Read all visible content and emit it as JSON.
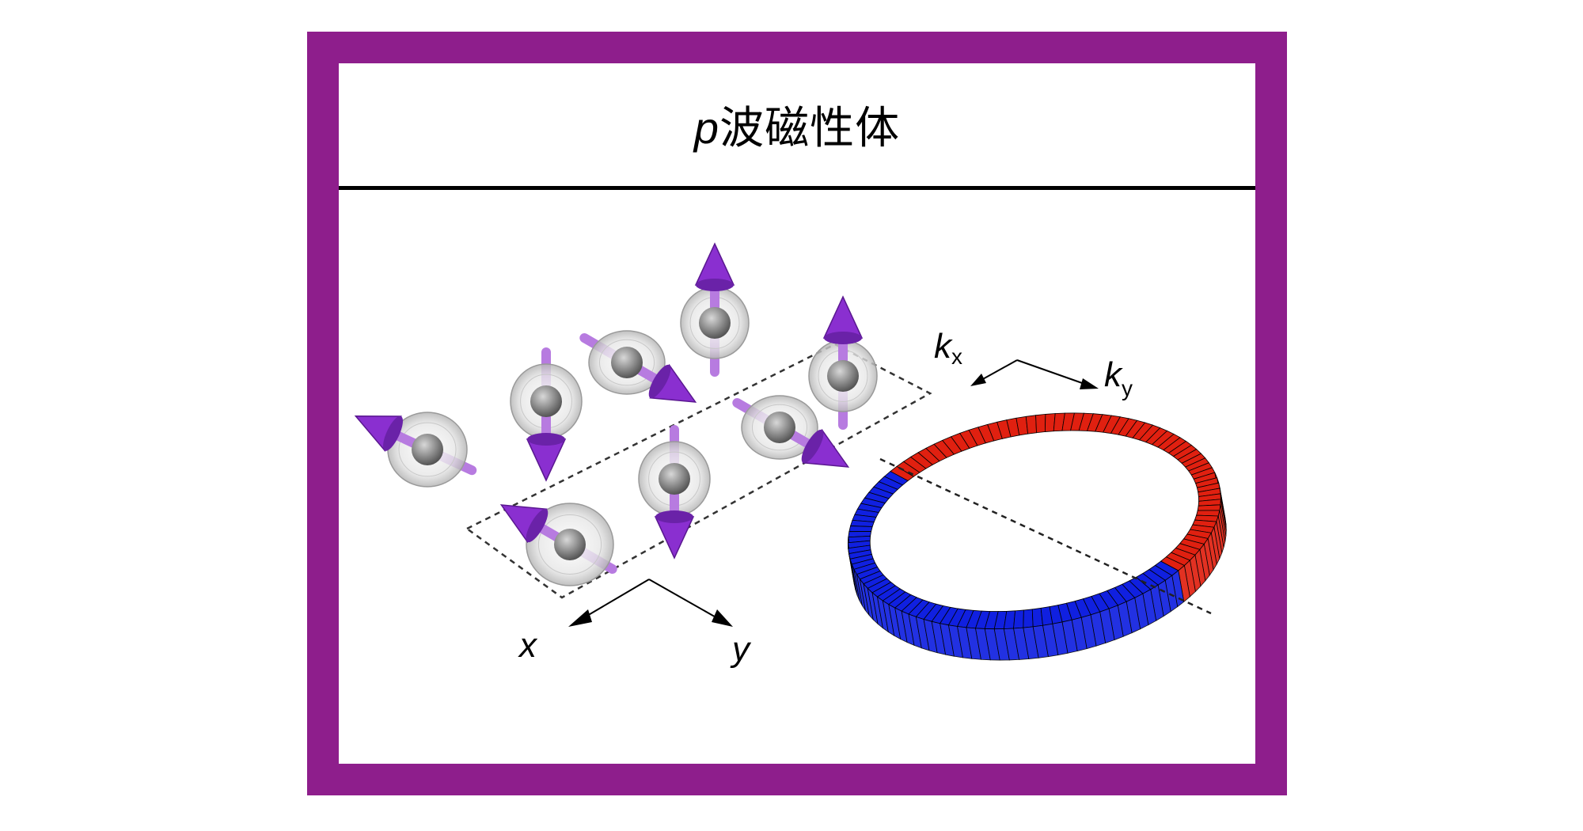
{
  "title": {
    "variable": "p",
    "text": "波磁性体"
  },
  "real_axes": {
    "x": "x",
    "y": "y"
  },
  "k_axes": {
    "kx_base": "k",
    "kx_sub": "x",
    "ky_base": "k",
    "ky_sub": "y"
  },
  "colors": {
    "frame": "#8e1e8c",
    "spin_arrow": "#8a2fd0",
    "ring_upper": "#e02010",
    "ring_lower": "#1020e0",
    "atom": "#8a8a8a"
  }
}
